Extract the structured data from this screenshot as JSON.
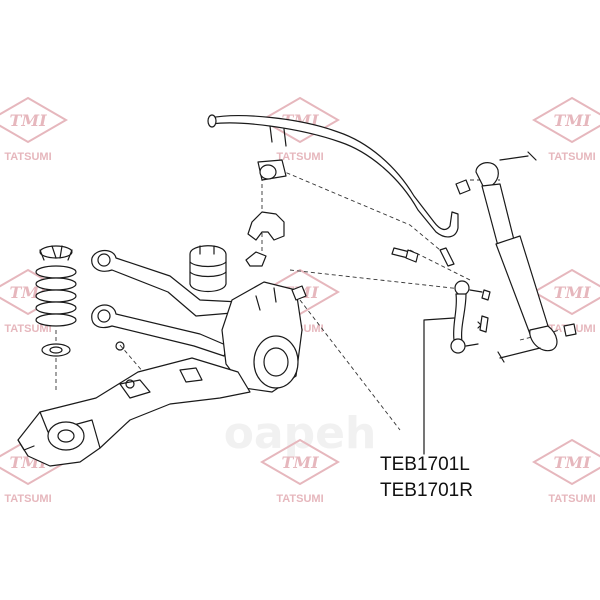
{
  "watermark": {
    "brand": "TMI",
    "company": "TATSUMI",
    "center_text": "oapeh"
  },
  "part_numbers": {
    "left": "TEB1701L",
    "right": "TEB1701R"
  },
  "colors": {
    "watermark": "#e6b7bd",
    "line": "#1a1a1a",
    "background": "#ffffff"
  }
}
